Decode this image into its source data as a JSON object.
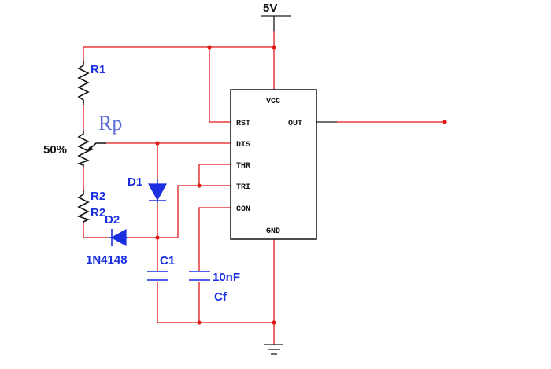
{
  "supply": {
    "label": "5V"
  },
  "ic": {
    "pins": {
      "vcc": "VCC",
      "rst": "RST",
      "out": "OUT",
      "dis": "DIS",
      "thr": "THR",
      "tri": "TRI",
      "con": "CON",
      "gnd": "GND"
    }
  },
  "components": {
    "r1": {
      "label": "R1"
    },
    "rp": {
      "label": "Rp",
      "setting": "50%"
    },
    "r2": {
      "label": "R2",
      "label_overlap": "R2"
    },
    "d1": {
      "label": "D1"
    },
    "d2": {
      "label": "D2",
      "part": "1N4148"
    },
    "c1": {
      "label": "C1"
    },
    "cf": {
      "value": "10nF",
      "label": "Cf"
    }
  },
  "colors": {
    "wire": "#e01818",
    "component_blue": "#1a2fe0",
    "component_black": "#111111",
    "rp_label": "#5f6bd8"
  }
}
